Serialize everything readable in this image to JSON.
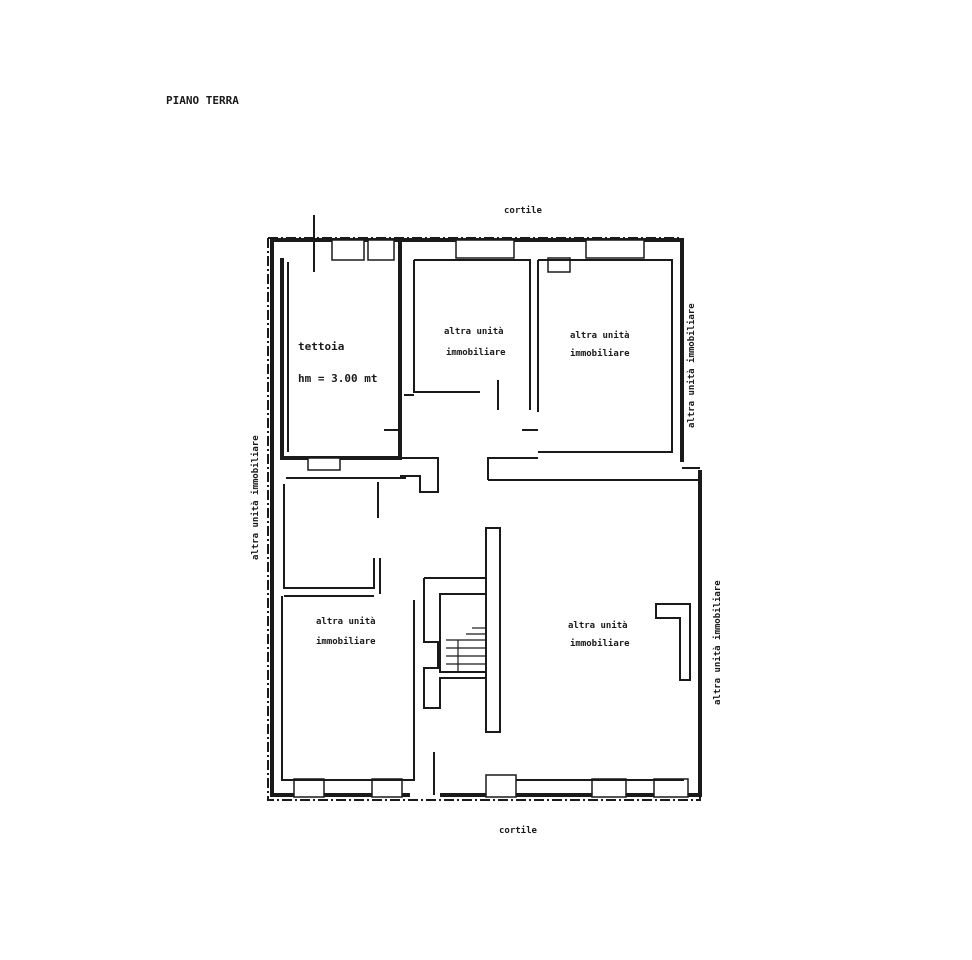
{
  "plan": {
    "floor_title": "PIANO TERRA",
    "court_top": "cortile",
    "court_bottom": "cortile",
    "side_left": "altra unità immobiliare",
    "side_right_top": "altra unità immobiliare",
    "side_right_bottom": "altra unità immobiliare",
    "tettoia": {
      "name": "tettoia",
      "height": "hm = 3.00 mt"
    },
    "rooms": [
      {
        "line1": "altra unità",
        "line2": "immobiliare"
      },
      {
        "line1": "altra unità",
        "line2": "immobiliare"
      },
      {
        "line1": "altra unità",
        "line2": "immobiliare"
      },
      {
        "line1": "altra unità",
        "line2": "immobiliare"
      }
    ]
  }
}
